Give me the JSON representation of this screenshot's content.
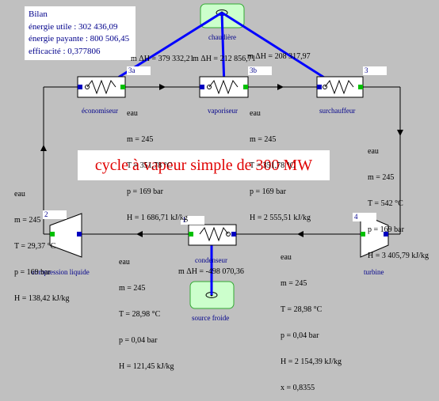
{
  "bilan": {
    "title": "Bilan",
    "lines": [
      "énergie utile : 302 436,09",
      "énergie payante : 800 506,45",
      "efficacité : 0,377806"
    ]
  },
  "title": "cycle à vapeur simple de 300 MW",
  "components": {
    "chaudiere": "chaudière",
    "economiseur": "économiseur",
    "vaporiseur": "vaporiseur",
    "surchauffeur": "surchauffeur",
    "turbine": "turbine",
    "condenseur": "condenseur",
    "compression": "compression liquide",
    "source_froide": "source froide"
  },
  "point_numbers": {
    "p3a": "3a",
    "p3b": "3b",
    "p3": "3",
    "p4": "4",
    "p1": "1",
    "p2": "2"
  },
  "heat": {
    "eco": "m ΔH = 379 332,21",
    "vap": "m ΔH = 212 856,71",
    "sur": "m ΔH = 208 317,97",
    "cond": "m ΔH = -498 070,36"
  },
  "states": {
    "s3a": [
      "eau",
      "m = 245",
      "T = 351,78 °C",
      "p = 169 bar",
      "H = 1 686,71 kJ/kg"
    ],
    "s3b": [
      "eau",
      "m = 245",
      "T = 351,78 °C",
      "p = 169 bar",
      "H = 2 555,51 kJ/kg"
    ],
    "s3": [
      "eau",
      "m = 245",
      "T = 542 °C",
      "p = 169 bar",
      "H = 3 405,79 kJ/kg"
    ],
    "s2": [
      "eau",
      "m = 245",
      "T = 29,37 °C",
      "p = 169 bar",
      "H = 138,42 kJ/kg"
    ],
    "s1": [
      "eau",
      "m = 245",
      "T = 28,98 °C",
      "p = 0,04 bar",
      "H = 121,45 kJ/kg"
    ],
    "s4": [
      "eau",
      "m = 245",
      "T = 28,98 °C",
      "p = 0,04 bar",
      "H = 2 154,39 kJ/kg",
      "x = 0,8355"
    ]
  },
  "colors": {
    "background": "#c0c0c0",
    "heat_line": "#0000ff",
    "title": "#e00000",
    "label": "#00008b",
    "port_in": "#00c000",
    "port_out": "#0000c0",
    "source": "#ccffcc"
  }
}
